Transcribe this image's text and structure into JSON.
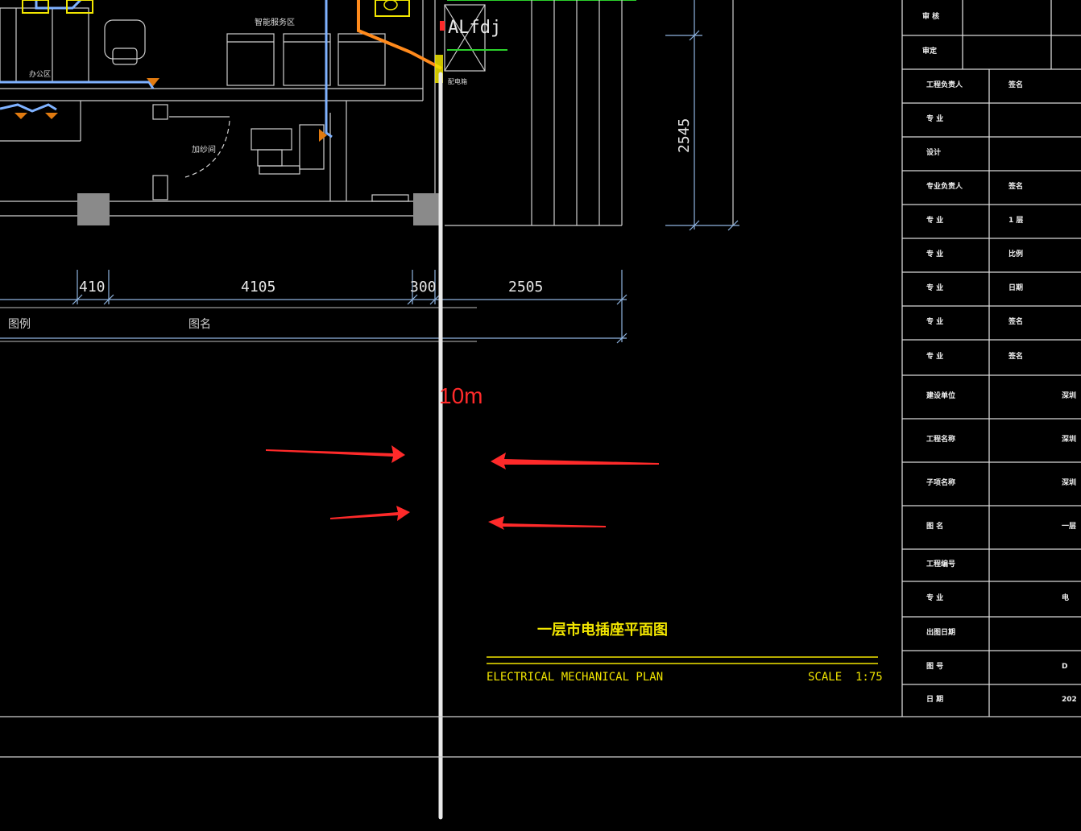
{
  "drawing": {
    "room_label": "智能服务区",
    "office_label": "办公区",
    "room_label_2": "加纱间",
    "panel_tag": "ALfdj",
    "panel_note": "配电箱",
    "dimensions_bottom": [
      "410",
      "4105",
      "300",
      "2505"
    ],
    "dimension_vertical": "2545",
    "legend_label": "图例",
    "name_label": "图名",
    "measure_label": "10m",
    "plan_title_cn": "一层市电插座平面图",
    "plan_title_en": "ELECTRICAL MECHANICAL PLAN",
    "scale_label": "SCALE",
    "scale_value": "1:75"
  },
  "title_block": {
    "top_rows": [
      {
        "label": "审 核",
        "value": ""
      },
      {
        "label": "审定",
        "value": ""
      }
    ],
    "rows": [
      {
        "label": "工程负责人",
        "value": "签名"
      },
      {
        "label": "专 业",
        "value": ""
      },
      {
        "label": "设计",
        "value": ""
      },
      {
        "label": "专业负责人",
        "value": "签名"
      },
      {
        "label": "专 业",
        "value": "1 层"
      },
      {
        "label": "专 业",
        "value": "比例"
      },
      {
        "label": "专 业",
        "value": "日期"
      },
      {
        "label": "专 业",
        "value": "签名"
      },
      {
        "label": "专 业",
        "value": "签名"
      },
      {
        "label": "建设单位",
        "value": "深圳"
      },
      {
        "label": "工程名称",
        "value": "深圳"
      },
      {
        "label": "子项名称",
        "value": "深圳"
      },
      {
        "label": "图 名",
        "value": "一层"
      },
      {
        "label": "工程编号",
        "value": ""
      },
      {
        "label": "专 业",
        "value": "电"
      },
      {
        "label": "出图日期",
        "value": ""
      },
      {
        "label": "图 号",
        "value": "D"
      },
      {
        "label": "日 期",
        "value": "202"
      }
    ]
  },
  "colors": {
    "background": "#000000",
    "lines": "#d9d9d9",
    "blue_wire": "#7fb2ff",
    "orange_wire": "#ff8a1c",
    "yellow": "#f2e600",
    "annotation_red": "#ff2a2a",
    "dimension_blue": "#8fb4e0",
    "green": "#2bd12b"
  }
}
